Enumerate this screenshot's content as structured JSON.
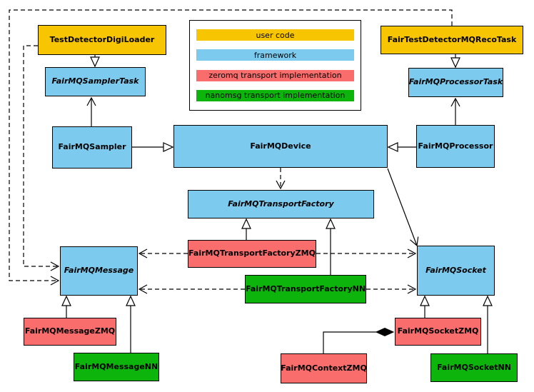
{
  "colors": {
    "user_code": "#F7C501",
    "framework": "#7CCBEF",
    "zeromq": "#F96D6D",
    "nanomsg": "#0CB40C",
    "line": "#000000",
    "background": "#FFFFFF"
  },
  "legend": {
    "items": [
      {
        "label": "user code",
        "key": "user_code"
      },
      {
        "label": "framework",
        "key": "framework"
      },
      {
        "label": "zeromq transport implementation",
        "key": "zeromq"
      },
      {
        "label": "nanomsg transport implementation",
        "key": "nanomsg"
      }
    ]
  },
  "nodes": {
    "testDetectorDigiLoader": {
      "label": "TestDetectorDigiLoader",
      "kind": "user_code",
      "abstract": false
    },
    "fairTestDetectorMQRecoTask": {
      "label": "FairTestDetectorMQRecoTask",
      "kind": "user_code",
      "abstract": false
    },
    "fairMQSamplerTask": {
      "label": "FairMQSamplerTask",
      "kind": "framework",
      "abstract": true
    },
    "fairMQProcessorTask": {
      "label": "FairMQProcessorTask",
      "kind": "framework",
      "abstract": true
    },
    "fairMQSampler": {
      "label": "FairMQSampler",
      "kind": "framework",
      "abstract": false
    },
    "fairMQDevice": {
      "label": "FairMQDevice",
      "kind": "framework",
      "abstract": false
    },
    "fairMQProcessor": {
      "label": "FairMQProcessor",
      "kind": "framework",
      "abstract": false
    },
    "fairMQTransportFactory": {
      "label": "FairMQTransportFactory",
      "kind": "framework",
      "abstract": true
    },
    "fairMQTransportFactoryZMQ": {
      "label": "FairMQTransportFactoryZMQ",
      "kind": "zeromq",
      "abstract": false
    },
    "fairMQTransportFactoryNN": {
      "label": "FairMQTransportFactoryNN",
      "kind": "nanomsg",
      "abstract": false
    },
    "fairMQMessage": {
      "label": "FairMQMessage",
      "kind": "framework",
      "abstract": true
    },
    "fairMQSocket": {
      "label": "FairMQSocket",
      "kind": "framework",
      "abstract": true
    },
    "fairMQMessageZMQ": {
      "label": "FairMQMessageZMQ",
      "kind": "zeromq",
      "abstract": false
    },
    "fairMQMessageNN": {
      "label": "FairMQMessageNN",
      "kind": "nanomsg",
      "abstract": false
    },
    "fairMQSocketZMQ": {
      "label": "FairMQSocketZMQ",
      "kind": "zeromq",
      "abstract": false
    },
    "fairMQContextZMQ": {
      "label": "FairMQContextZMQ",
      "kind": "zeromq",
      "abstract": false
    },
    "fairMQSocketNN": {
      "label": "FairMQSocketNN",
      "kind": "nanomsg",
      "abstract": false
    }
  },
  "relationships": [
    {
      "from": "TestDetectorDigiLoader",
      "to": "FairMQSamplerTask",
      "type": "inheritance"
    },
    {
      "from": "FairTestDetectorMQRecoTask",
      "to": "FairMQProcessorTask",
      "type": "inheritance"
    },
    {
      "from": "FairMQSampler",
      "to": "FairMQDevice",
      "type": "inheritance"
    },
    {
      "from": "FairMQProcessor",
      "to": "FairMQDevice",
      "type": "inheritance"
    },
    {
      "from": "FairMQSampler",
      "to": "FairMQSamplerTask",
      "type": "association"
    },
    {
      "from": "FairMQProcessor",
      "to": "FairMQProcessorTask",
      "type": "association"
    },
    {
      "from": "FairMQDevice",
      "to": "FairMQTransportFactory",
      "type": "dependency"
    },
    {
      "from": "FairMQDevice",
      "to": "FairMQSocket",
      "type": "association"
    },
    {
      "from": "FairMQTransportFactoryZMQ",
      "to": "FairMQTransportFactory",
      "type": "inheritance"
    },
    {
      "from": "FairMQTransportFactoryNN",
      "to": "FairMQTransportFactory",
      "type": "inheritance"
    },
    {
      "from": "FairMQTransportFactoryZMQ",
      "to": "FairMQMessage",
      "type": "dependency"
    },
    {
      "from": "FairMQTransportFactoryZMQ",
      "to": "FairMQSocket",
      "type": "dependency"
    },
    {
      "from": "FairMQTransportFactoryNN",
      "to": "FairMQMessage",
      "type": "dependency"
    },
    {
      "from": "FairMQTransportFactoryNN",
      "to": "FairMQSocket",
      "type": "dependency"
    },
    {
      "from": "TestDetectorDigiLoader",
      "to": "FairMQMessage",
      "type": "dependency"
    },
    {
      "from": "FairTestDetectorMQRecoTask",
      "to": "FairMQMessage",
      "type": "dependency"
    },
    {
      "from": "FairMQMessageZMQ",
      "to": "FairMQMessage",
      "type": "inheritance"
    },
    {
      "from": "FairMQMessageNN",
      "to": "FairMQMessage",
      "type": "inheritance"
    },
    {
      "from": "FairMQSocketZMQ",
      "to": "FairMQSocket",
      "type": "inheritance"
    },
    {
      "from": "FairMQSocketNN",
      "to": "FairMQSocket",
      "type": "inheritance"
    },
    {
      "from": "FairMQContextZMQ",
      "to": "FairMQSocketZMQ",
      "type": "composition"
    }
  ]
}
